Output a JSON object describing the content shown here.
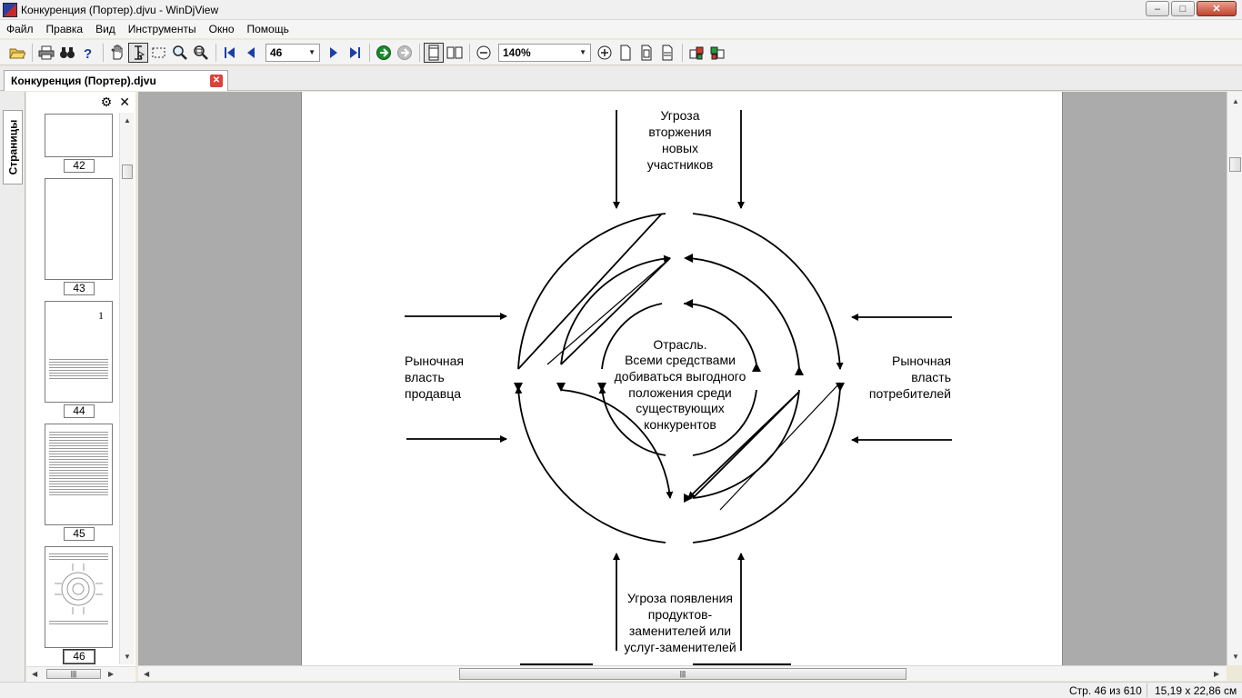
{
  "window": {
    "title": "Конкуренция (Портер).djvu - WinDjView",
    "minimize": "–",
    "maximize": "□",
    "close": "✕"
  },
  "menu": [
    "Файл",
    "Правка",
    "Вид",
    "Инструменты",
    "Окно",
    "Помощь"
  ],
  "toolbar": {
    "page_number": "46",
    "zoom": "140%"
  },
  "tab": {
    "label": "Конкуренция (Портер).djvu",
    "close": "✕"
  },
  "sidebar": {
    "tab_label": "Страницы",
    "settings_icon": "⚙",
    "close_icon": "✕",
    "thumbnails": [
      {
        "label": "42"
      },
      {
        "label": "43"
      },
      {
        "label": "44"
      },
      {
        "label": "45"
      },
      {
        "label": "46"
      }
    ]
  },
  "diagram": {
    "top": [
      "Угроза",
      "вторжения",
      "новых",
      "участников"
    ],
    "left": [
      "Рыночная",
      "власть",
      "продавца"
    ],
    "right": [
      "Рыночная",
      "власть",
      "потребителей"
    ],
    "center": [
      "Отрасль.",
      "Всеми средствами",
      "добиваться выгодного",
      "положения среди",
      "существующих",
      "конкурентов"
    ],
    "bottom": [
      "Угроза появления",
      "продуктов-",
      "заменителей или",
      "услуг-заменителей"
    ]
  },
  "status": {
    "page": "Стр. 46 из 610",
    "size": "15,19 x 22,86 см"
  }
}
